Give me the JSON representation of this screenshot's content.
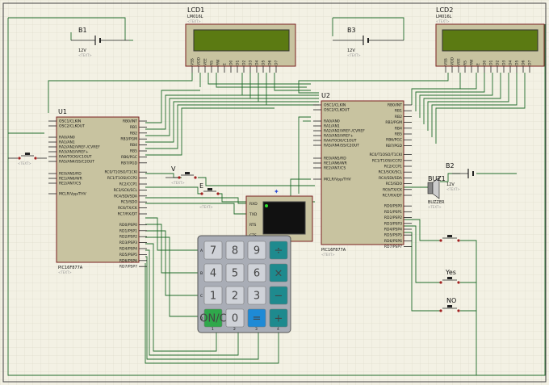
{
  "labels": {
    "lcd1": "LCD1",
    "lcd1_part": "LM016L",
    "lcd2": "LCD2",
    "lcd2_part": "LM016L",
    "b1": "B1",
    "b1_v": "12V",
    "b3": "B3",
    "b3_v": "12V",
    "b2": "B2",
    "b2_v": "12V",
    "u1": "U1",
    "u1_part": "PIC16F877A",
    "u2": "U2",
    "u2_part": "PIC16F877A",
    "buz1": "BUZ1",
    "buz_part": "BUZZER",
    "sw_v": "V",
    "sw_e": "E",
    "sw_yes": "Yes",
    "sw_no": "NO",
    "text_placeholder": "<TEXT>"
  },
  "lcd_pins": [
    "VSS",
    "VDD",
    "VEE",
    "RS",
    "RW",
    "E",
    "D0",
    "D1",
    "D2",
    "D3",
    "D4",
    "D5",
    "D6",
    "D7"
  ],
  "u1_left_pins": [
    "OSC1/CLKIN",
    "OSC2/CLKOUT",
    "RA0/AN0",
    "RA1/AN1",
    "RA2/AN2/VREF-/CVREF",
    "RA3/AN3/VREF+",
    "RA4/T0CKI/C1OUT",
    "RA5/AN4/SS/C2OUT",
    "RE0/AN5/RD",
    "RE1/AN6/WR",
    "RE2/AN7/CS",
    "MCLR/Vpp/THV"
  ],
  "u1_right_pins": [
    "RB0/INT",
    "RB1",
    "RB2",
    "RB3/PGM",
    "RB4",
    "RB5",
    "RB6/PGC",
    "RB7/PGD",
    "RC0/T1OSO/T1CKI",
    "RC1/T1OSI/CCP2",
    "RC2/CCP1",
    "RC3/SCK/SCL",
    "RC4/SDI/SDA",
    "RC5/SDO",
    "RC6/TX/CK",
    "RC7/RX/DT",
    "RD0/PSP0",
    "RD1/PSP1",
    "RD2/PSP2",
    "RD3/PSP3",
    "RD4/PSP4",
    "RD5/PSP5",
    "RD6/PSP6",
    "RD7/PSP7"
  ],
  "terminal_pins": [
    "RXD",
    "TXD",
    "RTS",
    "CTS"
  ],
  "keypad": {
    "rows": [
      "A",
      "B",
      "C",
      "D"
    ],
    "keys": [
      [
        "7",
        "8",
        "9",
        "÷"
      ],
      [
        "4",
        "5",
        "6",
        "×"
      ],
      [
        "1",
        "2",
        "3",
        "−"
      ],
      [
        "ON/C",
        "0",
        "=",
        "+"
      ]
    ],
    "cols": [
      "1",
      "2",
      "3",
      "4"
    ]
  }
}
